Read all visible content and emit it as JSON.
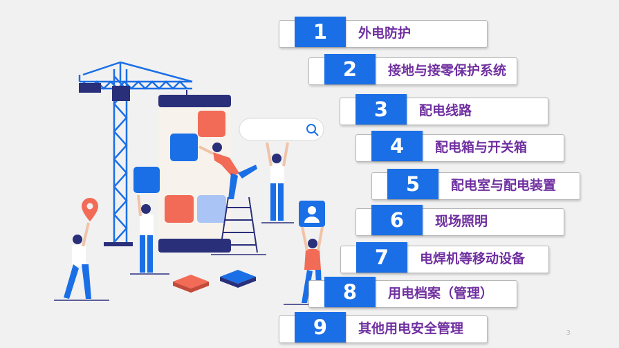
{
  "menu": {
    "items": [
      {
        "number": "1",
        "label": "外电防护"
      },
      {
        "number": "2",
        "label": "接地与接零保护系统"
      },
      {
        "number": "3",
        "label": "配电线路"
      },
      {
        "number": "4",
        "label": "配电箱与开关箱"
      },
      {
        "number": "5",
        "label": "配电室与配电装置"
      },
      {
        "number": "6",
        "label": "现场照明"
      },
      {
        "number": "7",
        "label": "电焊机等移动设备"
      },
      {
        "number": "8",
        "label": "用电档案（管理）"
      },
      {
        "number": "9",
        "label": "其他用电安全管理"
      }
    ]
  },
  "page_number": "3",
  "colors": {
    "number_box": "#1a6fe6",
    "label_text": "#7030a0",
    "crane": "#1a6fe6",
    "dark_navy": "#2a2f7a",
    "coral": "#f26b57"
  },
  "icons": [
    "crane-illustration",
    "search-icon",
    "map-pin-icon",
    "user-profile-icon"
  ]
}
